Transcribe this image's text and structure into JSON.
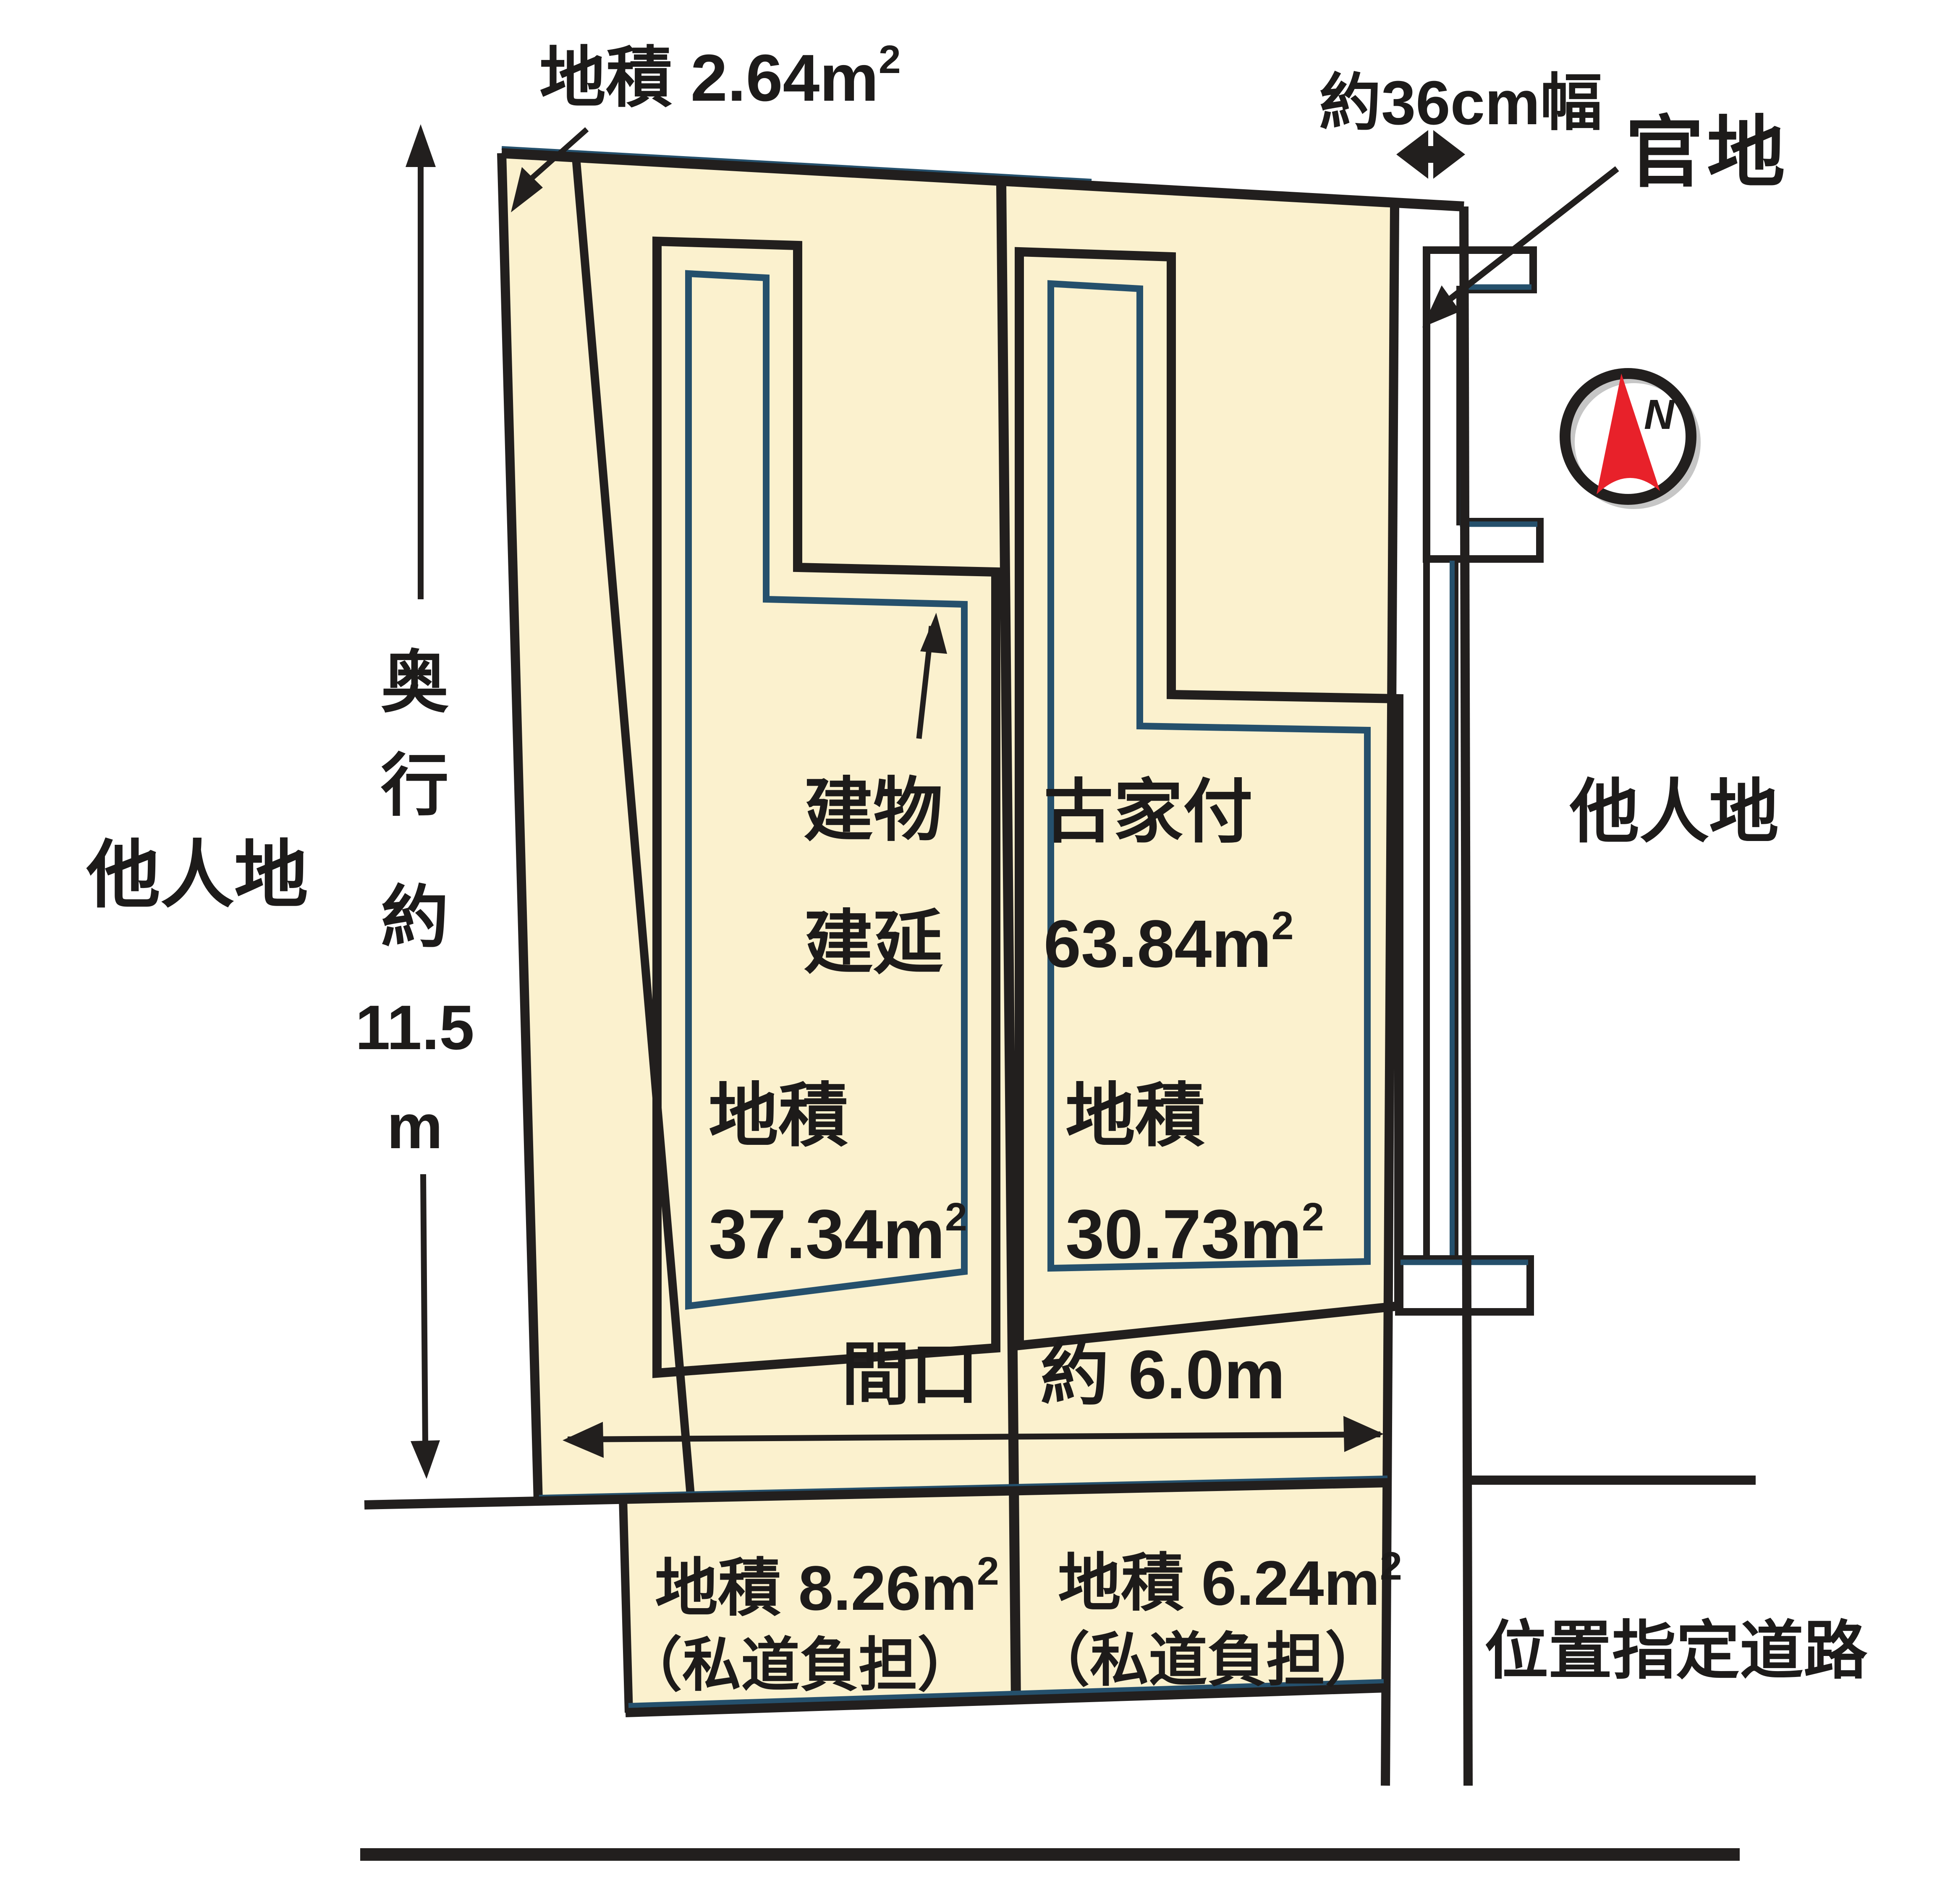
{
  "labels": {
    "sliver_area": {
      "text": "地積 2.64m",
      "sup": "2"
    },
    "width_note": "約36cm幅",
    "kanchi": "官地",
    "tanin_left": "他人地",
    "tanin_right": "他人地",
    "depth": [
      "奥",
      "行",
      "約",
      "11.5",
      "m"
    ],
    "building_note": [
      "建物",
      "建延"
    ],
    "old_house": "古家付",
    "old_house_area": {
      "text": "63.84m",
      "sup": "2"
    },
    "left_lot": {
      "label": "地積",
      "area": "37.34m",
      "sup": "2"
    },
    "right_lot": {
      "label": "地積",
      "area": "30.73m",
      "sup": "2"
    },
    "frontage": {
      "label": "間口",
      "value": "約 6.0m"
    },
    "setback_left": {
      "area": "地積 8.26m",
      "sup": "2",
      "note": "（私道負担）"
    },
    "setback_right": {
      "area": "地積 6.24m",
      "sup": "2",
      "note": "（私道負担）"
    },
    "road": "位置指定道路",
    "north": "N"
  },
  "colors": {
    "land": "#FBF1CE",
    "outline": "#221F1E",
    "inner_line": "#25506C",
    "hatch": "#B3B3B3",
    "needle": "#E8212A"
  }
}
